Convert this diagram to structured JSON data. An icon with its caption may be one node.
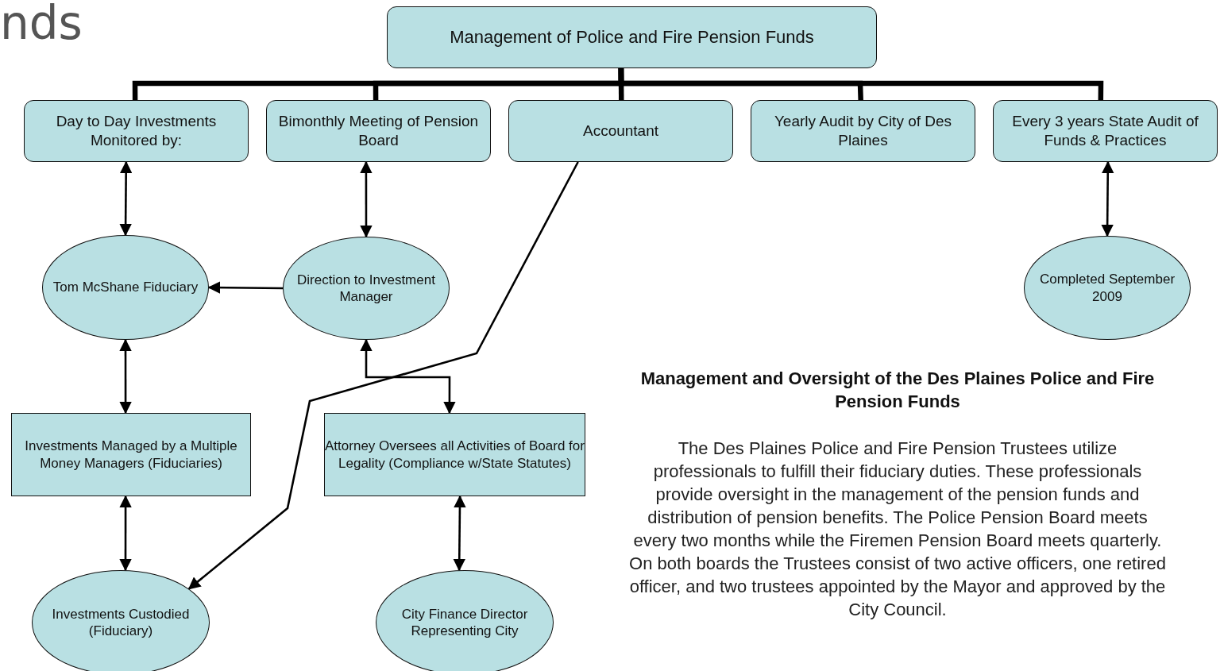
{
  "diagram": {
    "title": "nds",
    "nodes": [
      {
        "text": [
          "Management of Police and Fire Pension Funds"
        ]
      },
      {
        "text": [
          "Day to Day Investments Monitored by:"
        ]
      },
      {
        "text": [
          "Bimonthly Meeting of Pension Board"
        ]
      },
      {
        "text": [
          "Accountant"
        ]
      },
      {
        "text": [
          "Yearly Audit by City of Des Plaines"
        ]
      },
      {
        "text": [
          "Every 3 years State Audit of Funds & Practices"
        ]
      },
      {
        "text": [
          "Tom McShane Fiduciary"
        ]
      },
      {
        "text": [
          "Direction to Investment Manager"
        ]
      },
      {
        "text": [
          "Completed September 2009"
        ]
      },
      {
        "text": [
          "Investments Managed by a Multiple Money Managers (Fiduciaries)"
        ]
      },
      {
        "text": [
          "Attorney Oversees all Activities of Board for Legality (Compliance w/State Statutes)"
        ]
      },
      {
        "text": [
          "Investments Custodied (Fiduciary)"
        ]
      },
      {
        "text": [
          "City Finance Director Representing City"
        ]
      }
    ],
    "edges": [
      {
        "from": 0,
        "to": 1,
        "arrow": "none",
        "style": "thick"
      },
      {
        "from": 0,
        "to": 2,
        "arrow": "none",
        "style": "thick"
      },
      {
        "from": 0,
        "to": 3,
        "arrow": "none",
        "style": "thick"
      },
      {
        "from": 0,
        "to": 4,
        "arrow": "none",
        "style": "thick"
      },
      {
        "from": 0,
        "to": 5,
        "arrow": "none",
        "style": "thick"
      },
      {
        "from": 1,
        "to": 6,
        "arrow": "both"
      },
      {
        "from": 2,
        "to": 7,
        "arrow": "both"
      },
      {
        "from": 5,
        "to": 8,
        "arrow": "both"
      },
      {
        "from": 7,
        "to": 6,
        "arrow": "to"
      },
      {
        "from": 6,
        "to": 9,
        "arrow": "both"
      },
      {
        "from": 7,
        "to": 10,
        "arrow": "both"
      },
      {
        "from": 3,
        "to": 11,
        "arrow": "to"
      },
      {
        "from": 9,
        "to": 11,
        "arrow": "both"
      },
      {
        "from": 10,
        "to": 12,
        "arrow": "both"
      }
    ],
    "labels": [
      "Management and Oversight of the Des Plaines Police and Fire Pension Funds",
      "The Des Plaines Police and Fire Pension Trustees utilize professionals to fulfill their fiduciary duties. These professionals provide oversight in the management of the pension funds and distribution of pension benefits. The Police Pension Board meets every two months while the Firemen Pension Board meets quarterly. On both boards the Trustees consist of two active officers, one retired officer, and two trustees appointed by the Mayor and approved by the City Council."
    ]
  }
}
